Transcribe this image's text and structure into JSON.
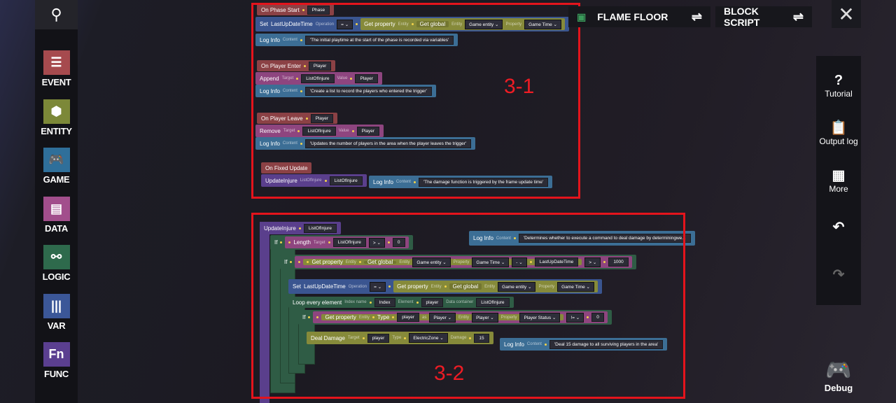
{
  "sidebar": {
    "categories": [
      {
        "label": "EVENT",
        "icon": "event-icon",
        "color": "#a64a4e",
        "glyph": "☰"
      },
      {
        "label": "ENTITY",
        "icon": "cube-icon",
        "color": "#7c8838",
        "glyph": "⬢"
      },
      {
        "label": "GAME",
        "icon": "gamepad-icon",
        "color": "#2f6f9a",
        "glyph": "🎮"
      },
      {
        "label": "DATA",
        "icon": "floppy-disk-icon",
        "color": "#a24e8c",
        "glyph": "▤"
      },
      {
        "label": "LOGIC",
        "icon": "logic-nodes-icon",
        "color": "#2e6a4c",
        "glyph": "⚯"
      },
      {
        "label": "VAR",
        "icon": "var-bars-icon",
        "color": "#3b5798",
        "glyph": "|||"
      },
      {
        "label": "FUNC",
        "icon": "function-icon",
        "color": "#5b3f90",
        "glyph": "Fn"
      }
    ]
  },
  "header": {
    "scene_label": "FLAME FLOOR",
    "mode_label": "BLOCK SCRIPT"
  },
  "right_panel": {
    "tutorial": "Tutorial",
    "output_log": "Output log",
    "more": "More",
    "debug": "Debug"
  },
  "annotations": {
    "box1": "3-1",
    "box2": "3-2"
  },
  "blocks": {
    "phase_start": [
      {
        "k": "k",
        "t": "On Phase Start"
      },
      {
        "k": "dot"
      },
      {
        "k": "v",
        "t": "Phase"
      }
    ],
    "set1": [
      {
        "k": "k",
        "t": "Set"
      },
      {
        "k": "k",
        "t": "LastUpDateTime"
      },
      {
        "k": "l",
        "t": "Operation"
      },
      {
        "k": "d",
        "t": "="
      },
      {
        "k": "dot"
      },
      {
        "k": "nest",
        "c": "c-olive",
        "items": [
          {
            "k": "k",
            "t": "Get property"
          },
          {
            "k": "l",
            "t": "Entity"
          },
          {
            "k": "dot"
          },
          {
            "k": "nest",
            "c": "c-olive2",
            "items": [
              {
                "k": "k",
                "t": "Get global"
              }
            ]
          },
          {
            "k": "l",
            "t": "Entity"
          },
          {
            "k": "d",
            "t": "Game entity"
          },
          {
            "k": "l",
            "t": "Property"
          },
          {
            "k": "d",
            "t": "Game Time"
          }
        ]
      }
    ],
    "log1": [
      {
        "k": "k",
        "t": "Log Info"
      },
      {
        "k": "l",
        "t": "Content"
      },
      {
        "k": "dot"
      },
      {
        "k": "v",
        "t": "'The initial playtime at the start of the phase is recorded via variables'"
      }
    ],
    "player_enter": [
      {
        "k": "k",
        "t": "On Player Enter"
      },
      {
        "k": "dot"
      },
      {
        "k": "v",
        "t": "Player"
      }
    ],
    "append": [
      {
        "k": "k",
        "t": "Append"
      },
      {
        "k": "l",
        "t": "Target"
      },
      {
        "k": "dot"
      },
      {
        "k": "v",
        "t": "ListOfInjure"
      },
      {
        "k": "l",
        "t": "Value"
      },
      {
        "k": "dot"
      },
      {
        "k": "v",
        "t": "Player"
      }
    ],
    "log2": [
      {
        "k": "k",
        "t": "Log Info"
      },
      {
        "k": "l",
        "t": "Content"
      },
      {
        "k": "dot"
      },
      {
        "k": "v",
        "t": "'Create a list to record the players who entered the trigger'"
      }
    ],
    "player_leave": [
      {
        "k": "k",
        "t": "On Player Leave"
      },
      {
        "k": "dot"
      },
      {
        "k": "v",
        "t": "Player"
      }
    ],
    "remove": [
      {
        "k": "k",
        "t": "Remove"
      },
      {
        "k": "l",
        "t": "Target"
      },
      {
        "k": "dot"
      },
      {
        "k": "v",
        "t": "ListOfInjure"
      },
      {
        "k": "l",
        "t": "Value"
      },
      {
        "k": "dot"
      },
      {
        "k": "v",
        "t": "Player"
      }
    ],
    "log3": [
      {
        "k": "k",
        "t": "Log Info"
      },
      {
        "k": "l",
        "t": "Content"
      },
      {
        "k": "dot"
      },
      {
        "k": "v",
        "t": "'Updates the number of players in the area when the player leaves the trigger'"
      }
    ],
    "fixed_update": [
      {
        "k": "k",
        "t": "On Fixed Update"
      }
    ],
    "update_call": [
      {
        "k": "k",
        "t": "UpdateInjure"
      },
      {
        "k": "l",
        "t": "ListOfInjure"
      },
      {
        "k": "dot"
      },
      {
        "k": "v",
        "t": "ListOfInjure"
      }
    ],
    "log4": [
      {
        "k": "k",
        "t": "Log Info"
      },
      {
        "k": "l",
        "t": "Content"
      },
      {
        "k": "dot"
      },
      {
        "k": "v",
        "t": "'The damage function is triggered by the frame update time'"
      }
    ],
    "func_def": [
      {
        "k": "k",
        "t": "UpdateInjure"
      },
      {
        "k": "dot"
      },
      {
        "k": "v",
        "t": "ListOfInjure"
      }
    ],
    "if1": [
      {
        "k": "k",
        "t": "If"
      },
      {
        "k": "dot"
      },
      {
        "k": "nest",
        "c": "c-pink",
        "items": [
          {
            "k": "dot"
          },
          {
            "k": "k",
            "t": "Length"
          },
          {
            "k": "l",
            "t": "Target"
          },
          {
            "k": "dot"
          },
          {
            "k": "v",
            "t": "ListOfInjure"
          },
          {
            "k": "d",
            "t": ">"
          },
          {
            "k": "dot"
          },
          {
            "k": "v",
            "t": "0"
          }
        ]
      }
    ],
    "log5": [
      {
        "k": "k",
        "t": "Log Info"
      },
      {
        "k": "l",
        "t": "Content"
      },
      {
        "k": "dot"
      },
      {
        "k": "v",
        "t": "'Determines whether to execute a command to deal damage by determiningwe..."
      }
    ],
    "if2": [
      {
        "k": "k",
        "t": "If"
      },
      {
        "k": "dot"
      },
      {
        "k": "nest",
        "c": "c-pink",
        "items": [
          {
            "k": "dot"
          },
          {
            "k": "nest",
            "c": "c-olive",
            "items": [
              {
                "k": "dot"
              },
              {
                "k": "k",
                "t": "Get property"
              },
              {
                "k": "l",
                "t": "Entity"
              },
              {
                "k": "dot"
              },
              {
                "k": "nest",
                "c": "c-olive2",
                "items": [
                  {
                    "k": "k",
                    "t": "Get global"
                  }
                ]
              },
              {
                "k": "l",
                "t": "Entity"
              },
              {
                "k": "d",
                "t": "Game entity"
              },
              {
                "k": "l",
                "t": "Property"
              },
              {
                "k": "d",
                "t": "Game Time"
              },
              {
                "k": "d",
                "t": "-"
              },
              {
                "k": "dot"
              },
              {
                "k": "v",
                "t": "LastUpDateTime"
              }
            ]
          },
          {
            "k": "d",
            "t": ">"
          },
          {
            "k": "dot"
          },
          {
            "k": "v",
            "t": "1000"
          }
        ]
      }
    ],
    "set2": [
      {
        "k": "k",
        "t": "Set"
      },
      {
        "k": "k",
        "t": "LastUpDateTime"
      },
      {
        "k": "l",
        "t": "Operation"
      },
      {
        "k": "d",
        "t": "="
      },
      {
        "k": "dot"
      },
      {
        "k": "nest",
        "c": "c-olive",
        "items": [
          {
            "k": "k",
            "t": "Get property"
          },
          {
            "k": "l",
            "t": "Entity"
          },
          {
            "k": "dot"
          },
          {
            "k": "nest",
            "c": "c-olive2",
            "items": [
              {
                "k": "k",
                "t": "Get global"
              }
            ]
          },
          {
            "k": "l",
            "t": "Entity"
          },
          {
            "k": "d",
            "t": "Game entity"
          },
          {
            "k": "l",
            "t": "Property"
          },
          {
            "k": "d",
            "t": "Game Time"
          }
        ]
      }
    ],
    "loop": [
      {
        "k": "k",
        "t": "Loop every element"
      },
      {
        "k": "l",
        "t": "Index name"
      },
      {
        "k": "dot"
      },
      {
        "k": "v",
        "t": "Index"
      },
      {
        "k": "l",
        "t": "Element"
      },
      {
        "k": "dot"
      },
      {
        "k": "v",
        "t": "player"
      },
      {
        "k": "l",
        "t": "Data container"
      },
      {
        "k": "v",
        "t": "ListOfInjure"
      }
    ],
    "if3": [
      {
        "k": "k",
        "t": "If"
      },
      {
        "k": "dot"
      },
      {
        "k": "nest",
        "c": "c-pink",
        "items": [
          {
            "k": "dot"
          },
          {
            "k": "nest",
            "c": "c-olive",
            "items": [
              {
                "k": "k",
                "t": "Get property"
              },
              {
                "k": "l",
                "t": "Entity"
              },
              {
                "k": "dot"
              },
              {
                "k": "k",
                "t": "Type"
              },
              {
                "k": "dot"
              },
              {
                "k": "v",
                "t": "player"
              },
              {
                "k": "l",
                "t": "as"
              },
              {
                "k": "d",
                "t": "Player"
              },
              {
                "k": "l",
                "t": "Entity"
              },
              {
                "k": "d",
                "t": "Player"
              },
              {
                "k": "l",
                "t": "Property"
              },
              {
                "k": "d",
                "t": "Player Status"
              }
            ]
          },
          {
            "k": "d",
            "t": "!="
          },
          {
            "k": "dot"
          },
          {
            "k": "v",
            "t": "0"
          }
        ]
      }
    ],
    "deal": [
      {
        "k": "k",
        "t": "Deal Damage"
      },
      {
        "k": "l",
        "t": "Target"
      },
      {
        "k": "dot"
      },
      {
        "k": "v",
        "t": "player"
      },
      {
        "k": "l",
        "t": "Type"
      },
      {
        "k": "dot"
      },
      {
        "k": "d",
        "t": "ElectricZone"
      },
      {
        "k": "l",
        "t": "Damage"
      },
      {
        "k": "dot"
      },
      {
        "k": "v",
        "t": "15"
      }
    ],
    "log6": [
      {
        "k": "k",
        "t": "Log Info"
      },
      {
        "k": "l",
        "t": "Content"
      },
      {
        "k": "dot"
      },
      {
        "k": "v",
        "t": "'Deal 15 damage to all surviving players in the area'"
      }
    ]
  }
}
